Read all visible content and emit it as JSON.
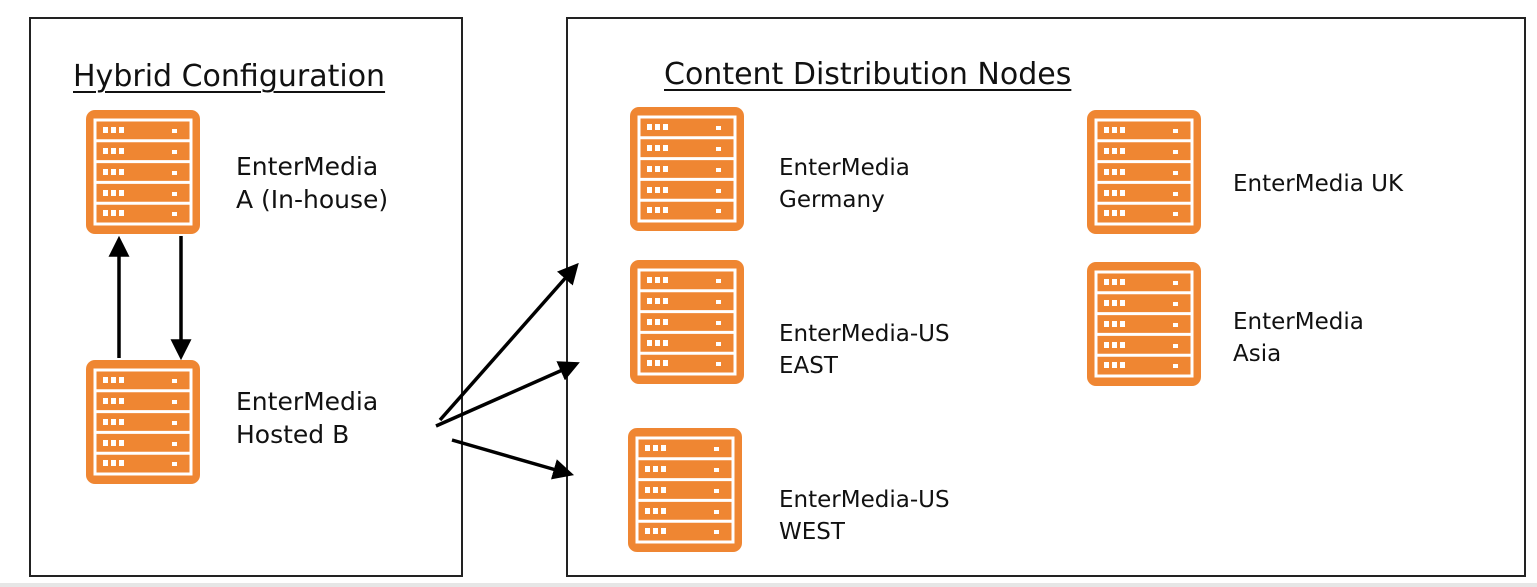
{
  "colors": {
    "server": "#ef8632",
    "server_line": "#ffffff",
    "border": "#222222",
    "arrow": "#000000"
  },
  "hybrid": {
    "title": "Hybrid Configuration",
    "nodes": [
      {
        "id": "a",
        "line1": "EnterMedia",
        "line2": "A (In-house)",
        "icon": "server-icon"
      },
      {
        "id": "b",
        "line1": "EnterMedia",
        "line2": "Hosted B",
        "icon": "server-icon"
      }
    ]
  },
  "cdn": {
    "title": "Content Distribution Nodes",
    "nodes": [
      {
        "id": "germany",
        "line1": "EnterMedia",
        "line2": "Germany",
        "icon": "server-icon"
      },
      {
        "id": "us-east",
        "line1": "EnterMedia-US",
        "line2": "EAST",
        "icon": "server-icon"
      },
      {
        "id": "us-west",
        "line1": "EnterMedia-US",
        "line2": "WEST",
        "icon": "server-icon"
      },
      {
        "id": "uk",
        "line1": "EnterMedia UK",
        "line2": "",
        "icon": "server-icon"
      },
      {
        "id": "asia",
        "line1": "EnterMedia",
        "line2": "Asia",
        "icon": "server-icon"
      }
    ]
  }
}
